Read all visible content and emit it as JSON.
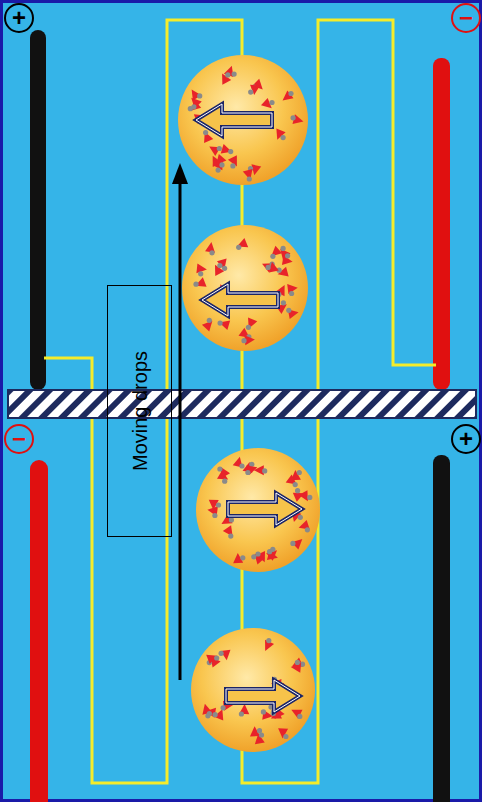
{
  "diagram": {
    "nodes": [
      {
        "text": [
          "+"
        ]
      },
      {
        "text": [
          "−"
        ]
      },
      {
        "text": [
          "Moving drops"
        ]
      },
      {
        "text": [
          "−"
        ]
      },
      {
        "text": [
          "+"
        ]
      }
    ]
  }
}
